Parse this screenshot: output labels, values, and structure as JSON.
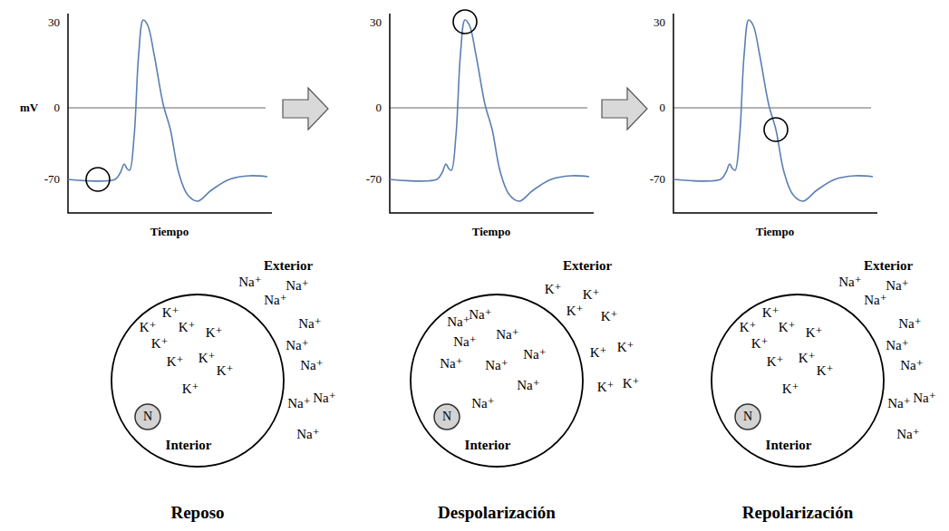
{
  "diagram": {
    "nodes": [
      {
        "text": [
          "Exterior",
          "Interior"
        ]
      },
      {
        "text": [
          "N"
        ],
        "in": 0
      },
      {
        "text": [
          "Exterior",
          "Interior"
        ]
      },
      {
        "text": [
          "N"
        ],
        "in": 2
      },
      {
        "text": [
          "Exterior",
          "Interior"
        ]
      },
      {
        "text": [
          "N"
        ],
        "in": 4
      }
    ],
    "labels": [
      "mV",
      "30",
      "0",
      "-70",
      "Tiempo",
      "30",
      "0",
      "-70",
      "Tiempo",
      "30",
      "0",
      "-70",
      "Tiempo",
      "K⁺",
      "K⁺",
      "K⁺",
      "K⁺",
      "K⁺",
      "K⁺",
      "K⁺",
      "K⁺",
      "K⁺",
      "Na⁺",
      "Na⁺",
      "Na⁺",
      "Na⁺",
      "Na⁺",
      "Na⁺",
      "Na⁺",
      "Na⁺",
      "Na⁺",
      "Na⁺",
      "Na⁺",
      "Na⁺",
      "Na⁺",
      "Na⁺",
      "Na⁺",
      "Na⁺",
      "Na⁺",
      "Na⁺",
      "K⁺",
      "K⁺",
      "K⁺",
      "K⁺",
      "K⁺",
      "K⁺",
      "K⁺",
      "K⁺",
      "K⁺",
      "K⁺",
      "K⁺",
      "K⁺",
      "K⁺",
      "K⁺",
      "K⁺",
      "K⁺",
      "K⁺",
      "Na⁺",
      "Na⁺",
      "Na⁺",
      "Na⁺",
      "Na⁺",
      "Na⁺",
      "Na⁺",
      "Na⁺",
      "Na⁺",
      "Reposo",
      "Despolarización",
      "Repolarización"
    ]
  }
}
